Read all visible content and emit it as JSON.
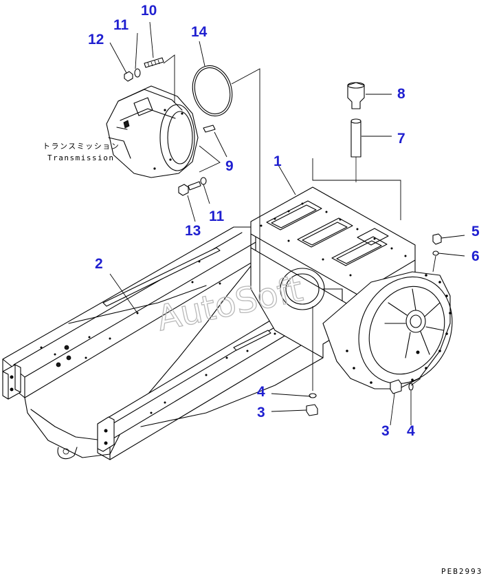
{
  "callouts": [
    {
      "id": "10",
      "label": "10"
    },
    {
      "id": "11a",
      "label": "11"
    },
    {
      "id": "12",
      "label": "12"
    },
    {
      "id": "14",
      "label": "14"
    },
    {
      "id": "8",
      "label": "8"
    },
    {
      "id": "7",
      "label": "7"
    },
    {
      "id": "9",
      "label": "9"
    },
    {
      "id": "1",
      "label": "1"
    },
    {
      "id": "13",
      "label": "13"
    },
    {
      "id": "11b",
      "label": "11"
    },
    {
      "id": "5",
      "label": "5"
    },
    {
      "id": "6",
      "label": "6"
    },
    {
      "id": "2",
      "label": "2"
    },
    {
      "id": "4a",
      "label": "4"
    },
    {
      "id": "3a",
      "label": "3"
    },
    {
      "id": "3b",
      "label": "3"
    },
    {
      "id": "4b",
      "label": "4"
    }
  ],
  "transmission_label": {
    "jp": "トランスミッション",
    "en": "Transmission"
  },
  "watermark": "AutoSoft",
  "drawing_code": "PEB2993"
}
